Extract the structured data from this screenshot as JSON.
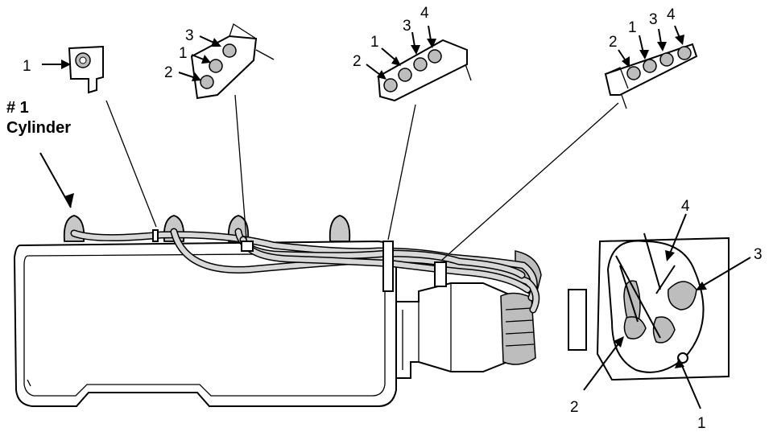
{
  "labels": {
    "cylinder_number": "# 1",
    "cylinder_word": "Cylinder",
    "clip_a": [
      "1"
    ],
    "clip_b": [
      "3",
      "1",
      "2"
    ],
    "clip_c": [
      "1",
      "2",
      "3",
      "4"
    ],
    "clip_d": [
      "2",
      "1",
      "3",
      "4"
    ],
    "distributor": [
      "4",
      "3",
      "2",
      "1"
    ]
  }
}
